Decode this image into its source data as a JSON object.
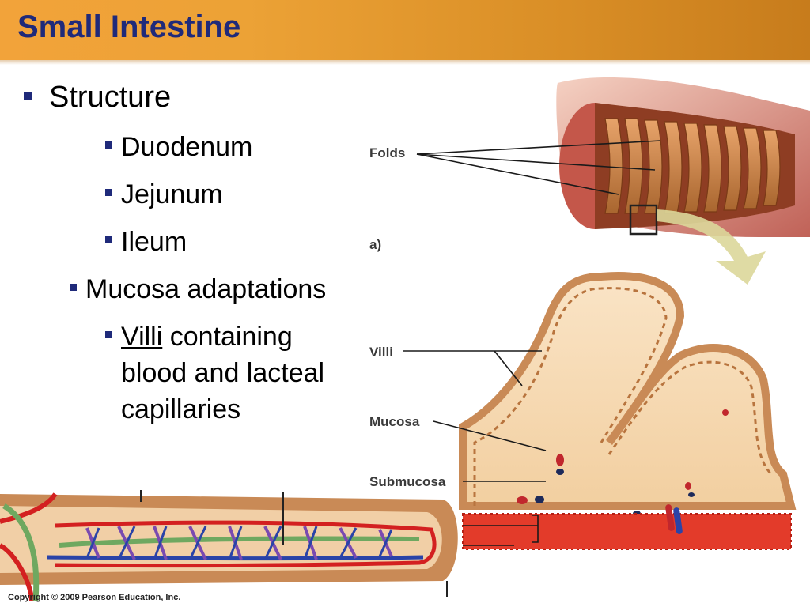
{
  "slide": {
    "title": "Small Intestine",
    "bullets": {
      "structure": "Structure",
      "duodenum": "Duodenum",
      "jejunum": "Jejunum",
      "ileum": "Ileum",
      "mucosa_adaptations": "Mucosa adaptations",
      "villi_term": "Villi",
      "villi_rest_1": " containing",
      "villi_rest_2": "blood and lacteal",
      "villi_rest_3": "capillaries"
    }
  },
  "figure": {
    "labels": {
      "folds": "Folds",
      "panel_a": "a)",
      "villi": "Villi",
      "mucosa": "Mucosa",
      "submucosa": "Submucosa"
    }
  },
  "footer": {
    "copyright": "Copyright © 2009 Pearson Education, Inc."
  },
  "colors": {
    "title_bar": "#eca236",
    "title_text": "#1f2a7a",
    "bullet_mark": "#1f2a7a",
    "tissue": "#c98a56",
    "artery": "#d32020",
    "vein": "#2a43a8",
    "lacteal": "#6fa860",
    "arrow": "#dcd79a"
  }
}
